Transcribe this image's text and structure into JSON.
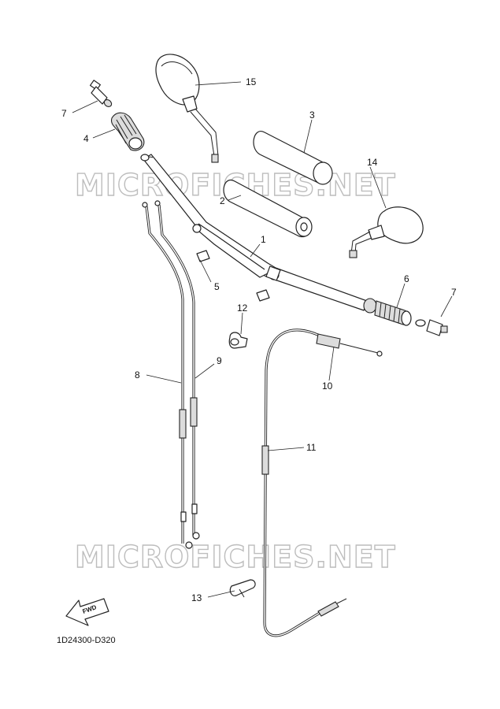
{
  "figure_code": "1D24300-D320",
  "watermark": "MICROFICHES.NET",
  "fwd_label": "FWD",
  "callouts": [
    {
      "id": "c1",
      "label": "1"
    },
    {
      "id": "c2",
      "label": "2"
    },
    {
      "id": "c3",
      "label": "3"
    },
    {
      "id": "c4",
      "label": "4"
    },
    {
      "id": "c5",
      "label": "5"
    },
    {
      "id": "c6",
      "label": "6"
    },
    {
      "id": "c7a",
      "label": "7"
    },
    {
      "id": "c7b",
      "label": "7"
    },
    {
      "id": "c8",
      "label": "8"
    },
    {
      "id": "c9",
      "label": "9"
    },
    {
      "id": "c10",
      "label": "10"
    },
    {
      "id": "c11",
      "label": "11"
    },
    {
      "id": "c12",
      "label": "12"
    },
    {
      "id": "c13",
      "label": "13"
    },
    {
      "id": "c14",
      "label": "14"
    },
    {
      "id": "c15",
      "label": "15"
    }
  ]
}
